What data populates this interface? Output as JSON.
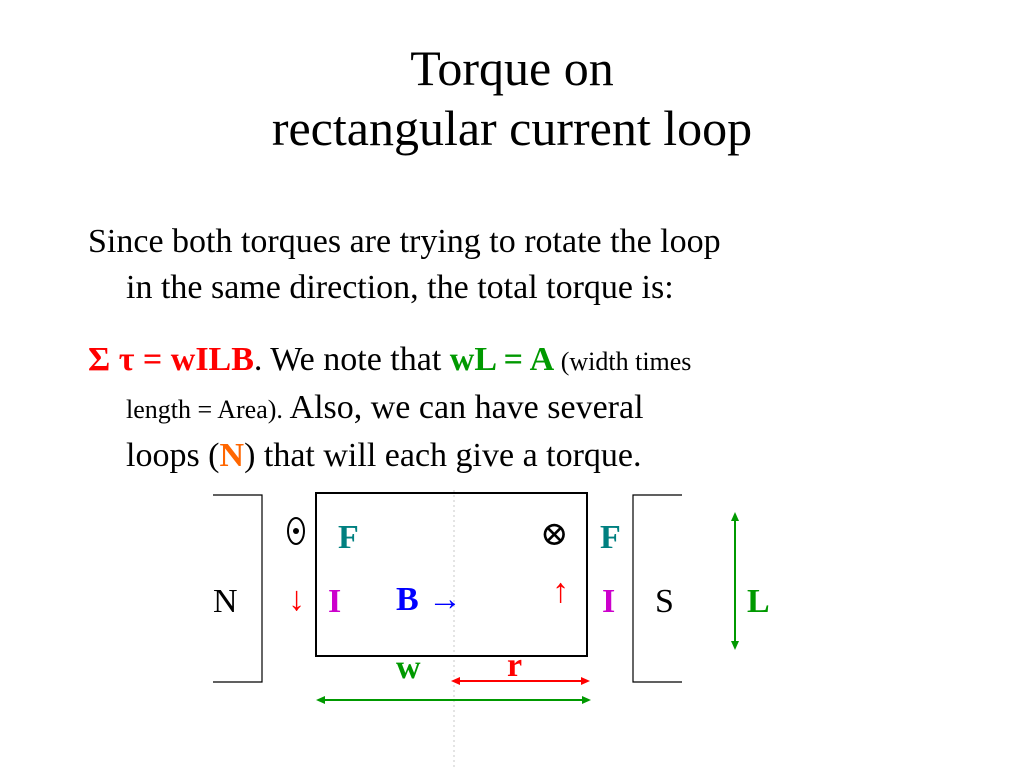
{
  "colors": {
    "red": "#ff0000",
    "green": "#009900",
    "teal": "#008080",
    "magenta": "#cc00cc",
    "blue": "#0000ff",
    "orange": "#ff6600",
    "black": "#000000"
  },
  "title": {
    "line1": "Torque on",
    "line2": "rectangular current loop"
  },
  "paragraph1": {
    "line1": "Since both torques are trying to rotate the loop",
    "line2": "in the same direction, the total torque is:"
  },
  "paragraph2": {
    "formula": "Σ τ = wILB",
    "period": ".  We note that ",
    "area_formula": "wL = A",
    "paren_note_1": " (width times",
    "paren_note_2": "length = Area).",
    "text_also": "  Also, we can have several",
    "loops_open": "loops (",
    "n_symbol": "N",
    "loops_close": ") that will each give a torque."
  },
  "diagram": {
    "magnet_left": "N",
    "magnet_right": "S",
    "force_left": "F",
    "force_right": "F",
    "current_left": "I",
    "current_right": "I",
    "field": "B",
    "field_arrow": "→",
    "width_label": "w",
    "radius_label": "r",
    "length_label": "L",
    "out_of_page_icon": "dot-in-circle-icon",
    "into_page_icon": "circle-times-icon",
    "down_arrow": "↓",
    "up_arrow": "↑",
    "otimes": "⊗"
  }
}
